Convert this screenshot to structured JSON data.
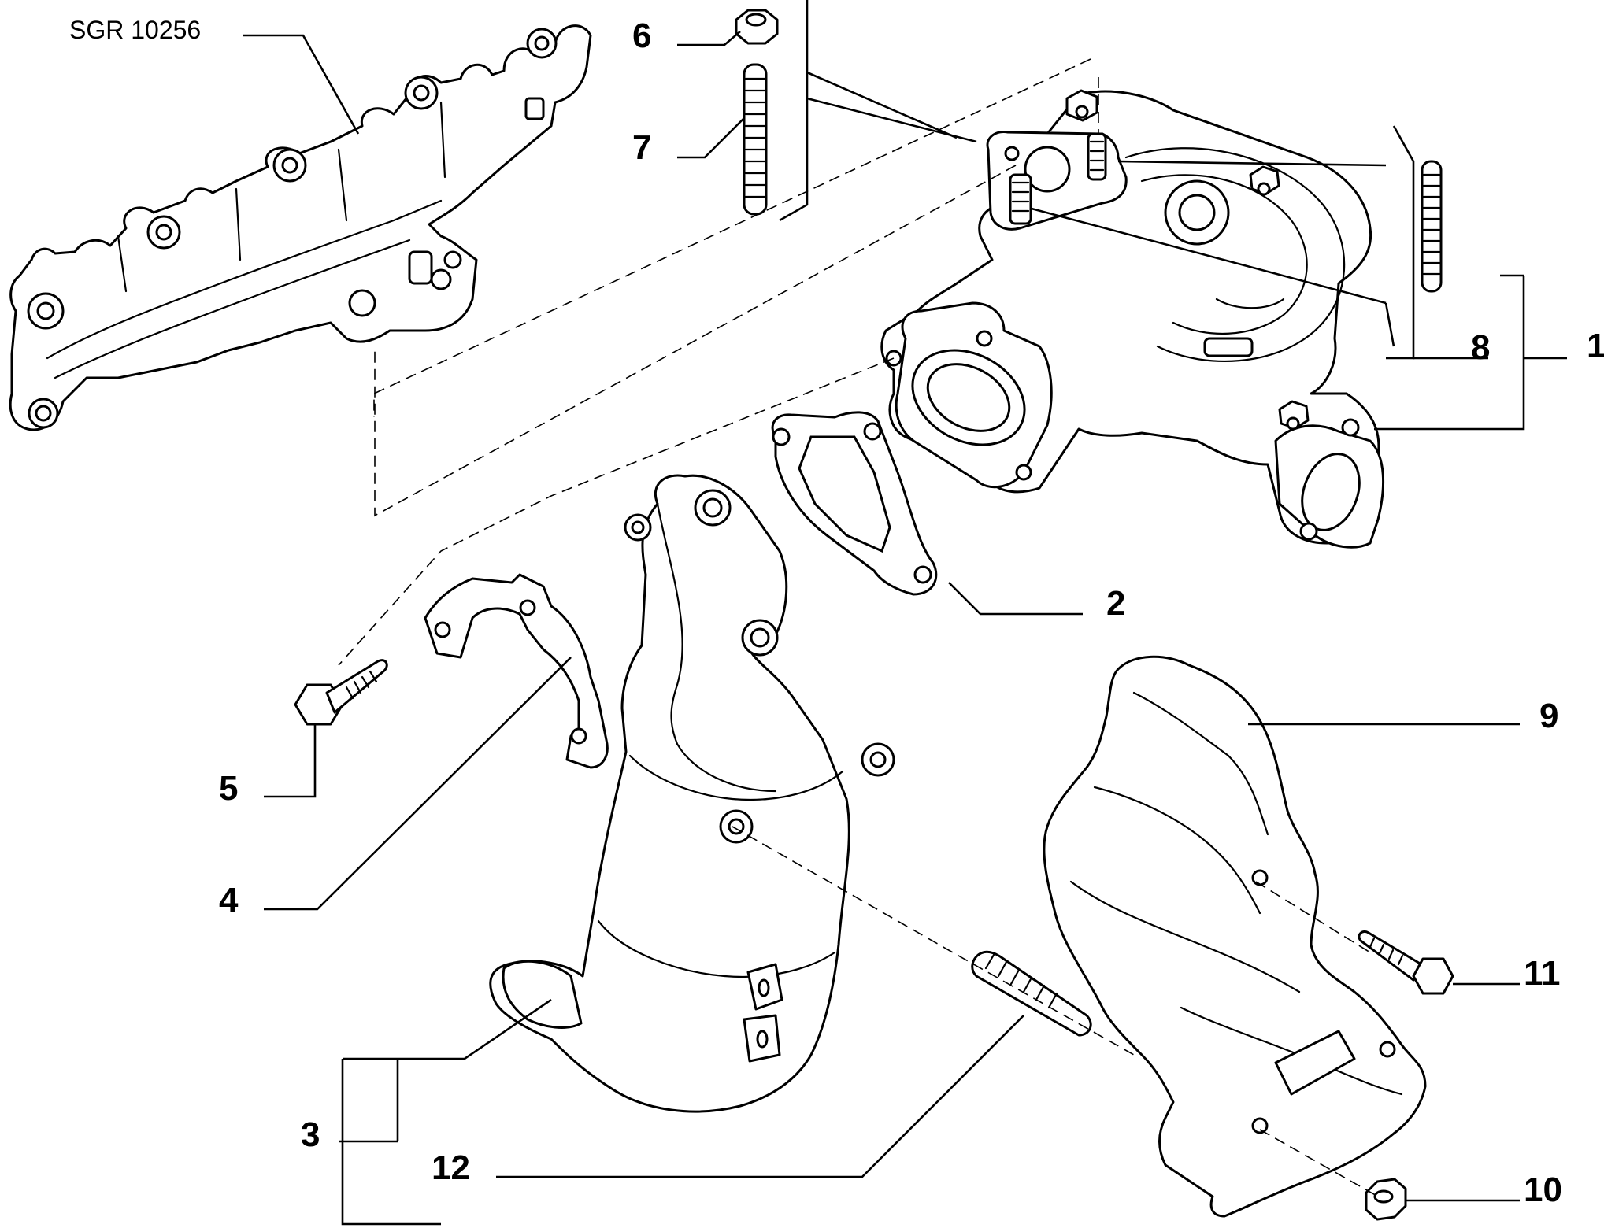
{
  "drawing_code": "SGR 10256",
  "callouts": [
    {
      "id": "part-1",
      "label": "1"
    },
    {
      "id": "part-2",
      "label": "2"
    },
    {
      "id": "part-3",
      "label": "3"
    },
    {
      "id": "part-4",
      "label": "4"
    },
    {
      "id": "part-5",
      "label": "5"
    },
    {
      "id": "part-6",
      "label": "6"
    },
    {
      "id": "part-7",
      "label": "7"
    },
    {
      "id": "part-8",
      "label": "8"
    },
    {
      "id": "part-9",
      "label": "9"
    },
    {
      "id": "part-10",
      "label": "10"
    },
    {
      "id": "part-11",
      "label": "11"
    },
    {
      "id": "part-12",
      "label": "12"
    }
  ]
}
